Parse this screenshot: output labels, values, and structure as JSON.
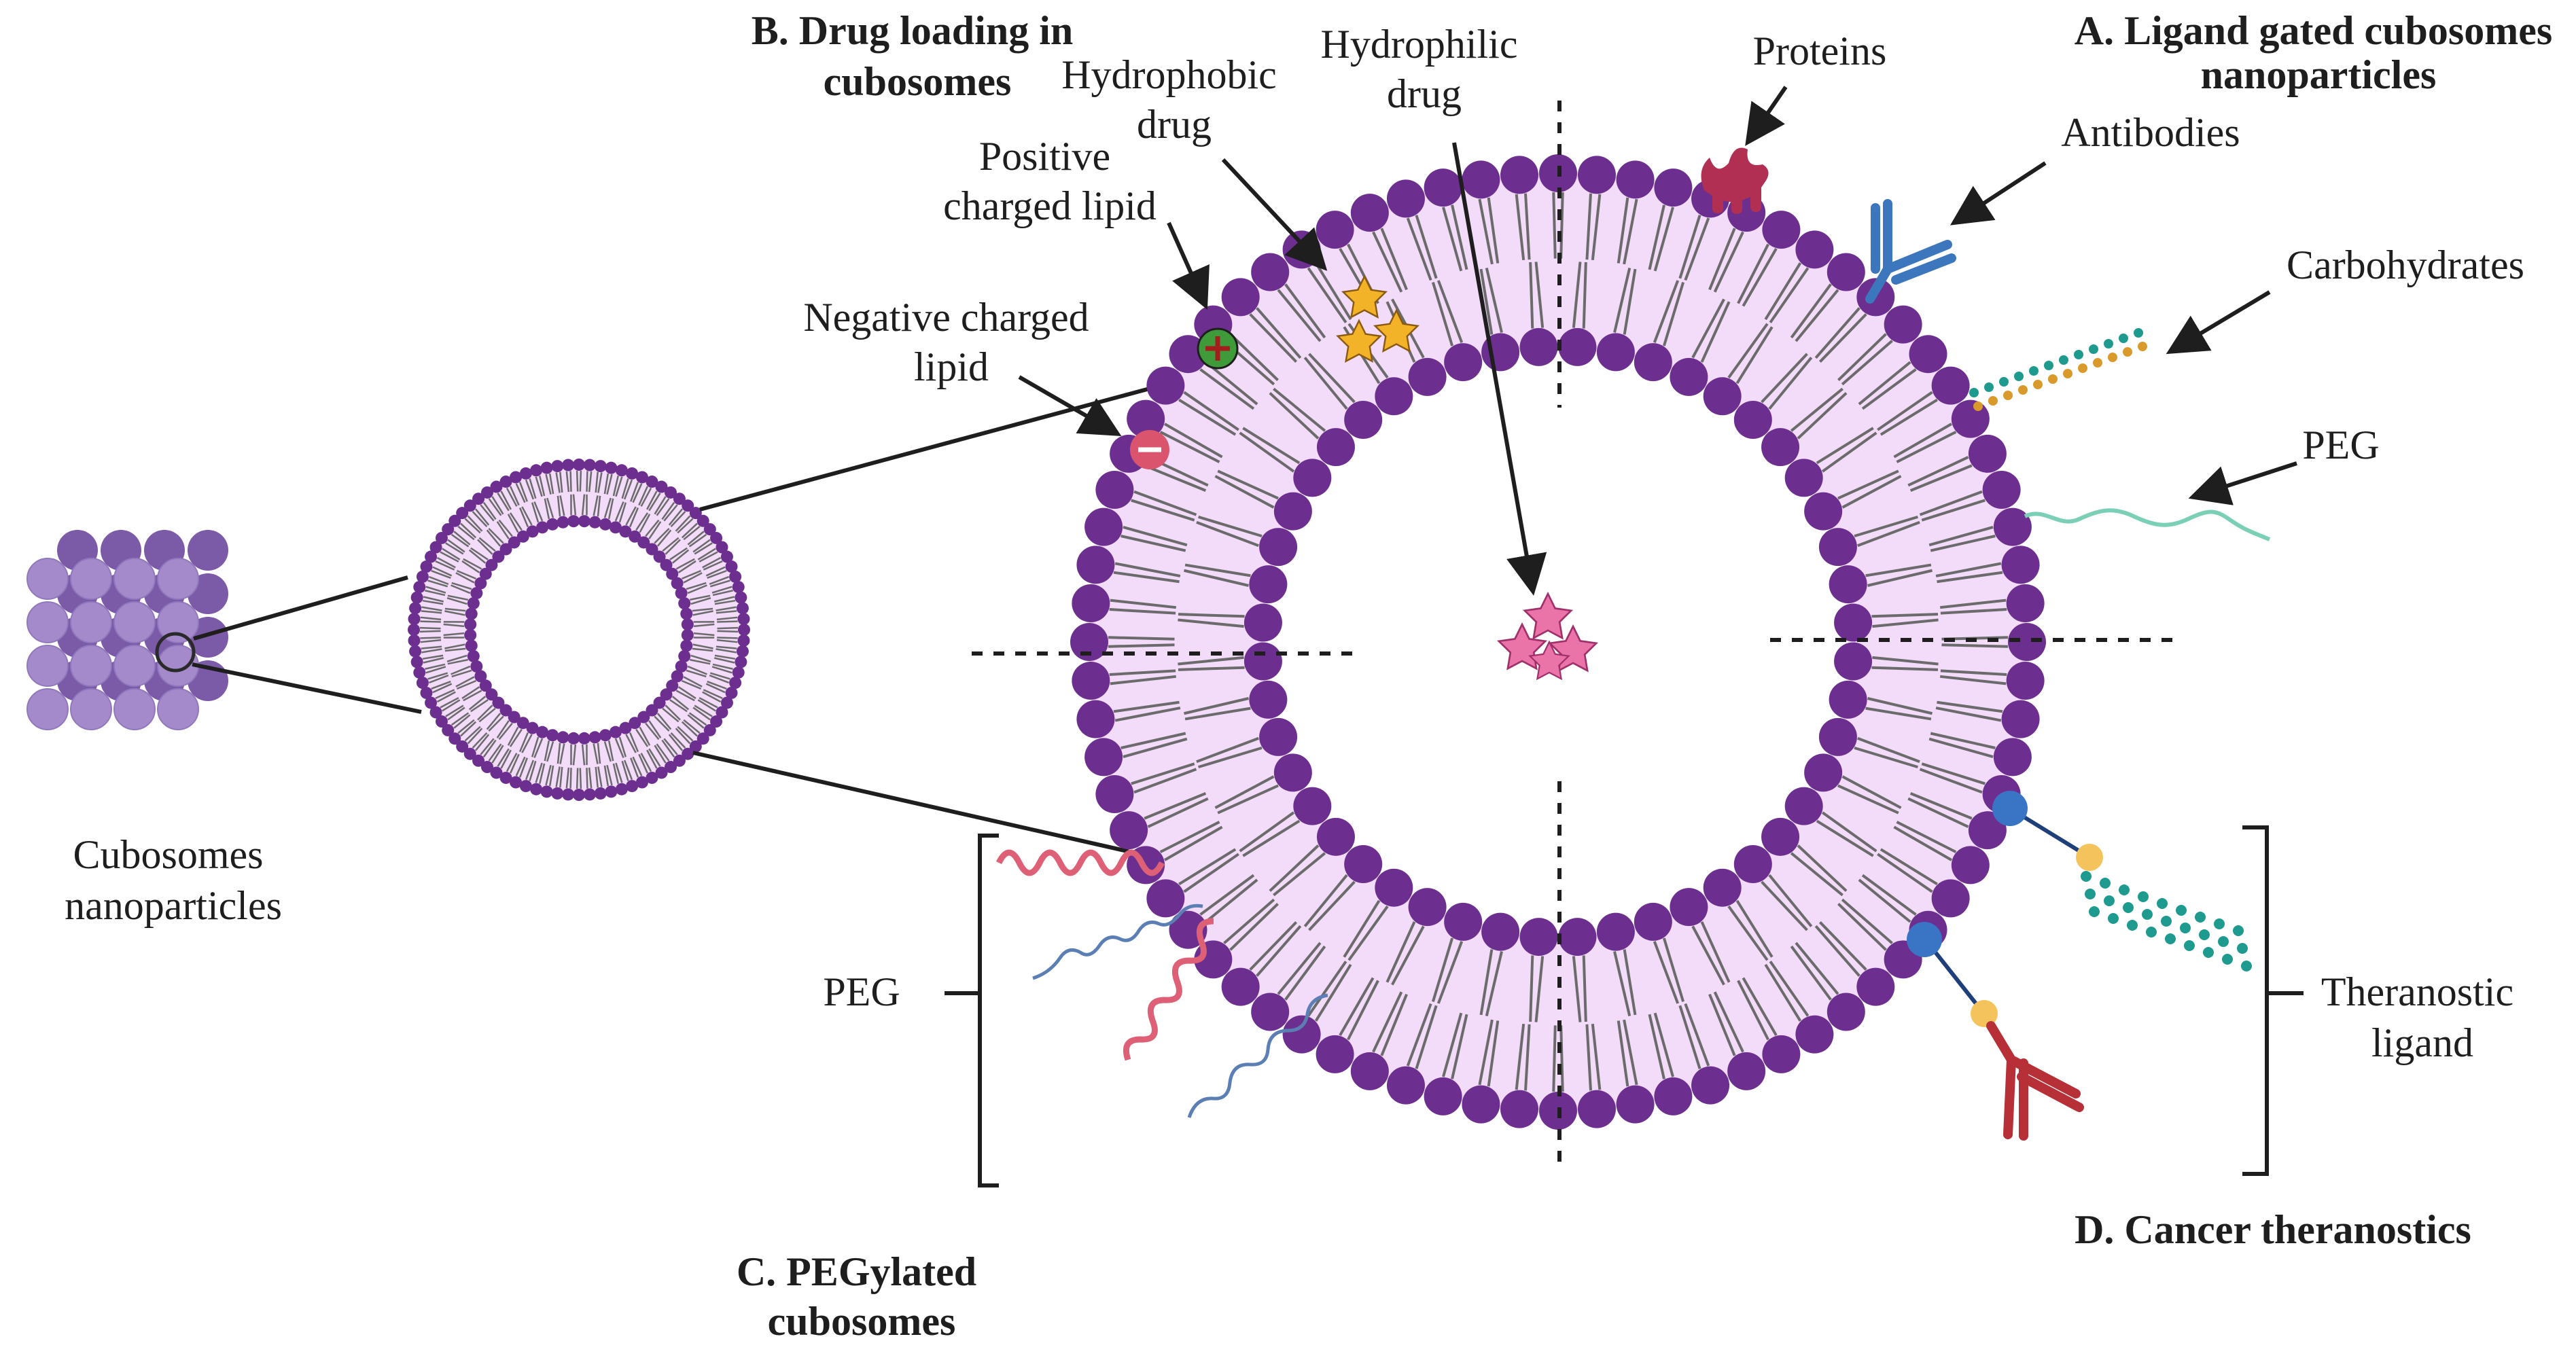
{
  "colors": {
    "head": "#6d2f8f",
    "membrane_fill": "#f2dcf9",
    "tail": "#6b6b6b",
    "positive_lipid": "#3f9a3a",
    "negative_lipid": "#d9546c",
    "hydrophobic_drug": "#f3b329",
    "hydrophilic_drug": "#ea73a8",
    "protein": "#b02f52",
    "antibody": "#3c76bd",
    "carbohydrate_a": "#1f9a8f",
    "carbohydrate_b": "#d99a2b",
    "peg_green": "#7ccfb7",
    "peg_red": "#dd6077",
    "peg_blue": "#5b7fb4",
    "ligand_node": "#3a74c4",
    "ligand_ball": "#f4c35b",
    "theranostic_antibody": "#b72f37",
    "cube_light": "#a58acb",
    "cube_dark": "#7b5aa8"
  },
  "icons": {
    "cubosome_cluster": "cubosome-cube-icon",
    "small_vesicle": "cubosome-vesicle-icon",
    "protein": "protein-icon",
    "antibody": "antibody-icon",
    "star": "drug-star-icon"
  },
  "labels": {
    "section_b": [
      "B. Drug loading in",
      "cubosomes"
    ],
    "section_a": [
      "A. Ligand gated cubosomes",
      "nanoparticles"
    ],
    "section_c": [
      "C. PEGylated",
      "cubosomes"
    ],
    "section_d": [
      "D. Cancer theranostics"
    ],
    "hydrophobic_drug": [
      "Hydrophobic",
      "drug"
    ],
    "hydrophilic_drug": [
      "Hydrophilic",
      "drug"
    ],
    "proteins": [
      "Proteins"
    ],
    "positive_lipid": [
      "Positive",
      "charged lipid"
    ],
    "negative_lipid": [
      "Negative charged",
      "lipid"
    ],
    "antibodies": [
      "Antibodies"
    ],
    "carbohydrates": [
      "Carbohydrates"
    ],
    "peg_right": [
      "PEG"
    ],
    "peg_left": [
      "PEG"
    ],
    "theranostic": [
      "Theranostic",
      "ligand"
    ],
    "cubosomes_np": [
      "Cubosomes",
      "nanoparticles"
    ]
  }
}
